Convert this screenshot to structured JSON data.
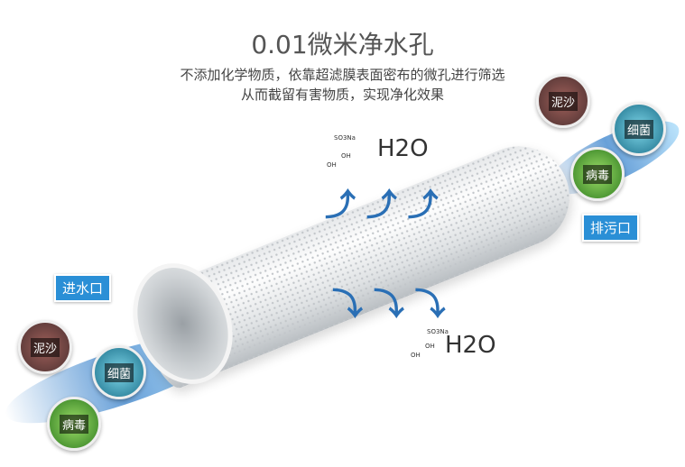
{
  "title": "0.01微米净水孔",
  "subtitle": [
    "不添加化学物质，依靠超滤膜表面密布的微孔进行筛选",
    "从而截留有害物质，实现净化效果"
  ],
  "inlet_label": "进水口",
  "outlet_label": "排污口",
  "contaminants_right": [
    "泥沙",
    "细菌",
    "病毒"
  ],
  "contaminants_left": [
    "泥沙",
    "细菌",
    "病毒"
  ],
  "molecule": {
    "label": "H2O",
    "groups": [
      "SO3Na",
      "OH",
      "OH"
    ]
  },
  "colors": {
    "accent": "#2a8fd6",
    "arrow": "#2a6fb5"
  }
}
